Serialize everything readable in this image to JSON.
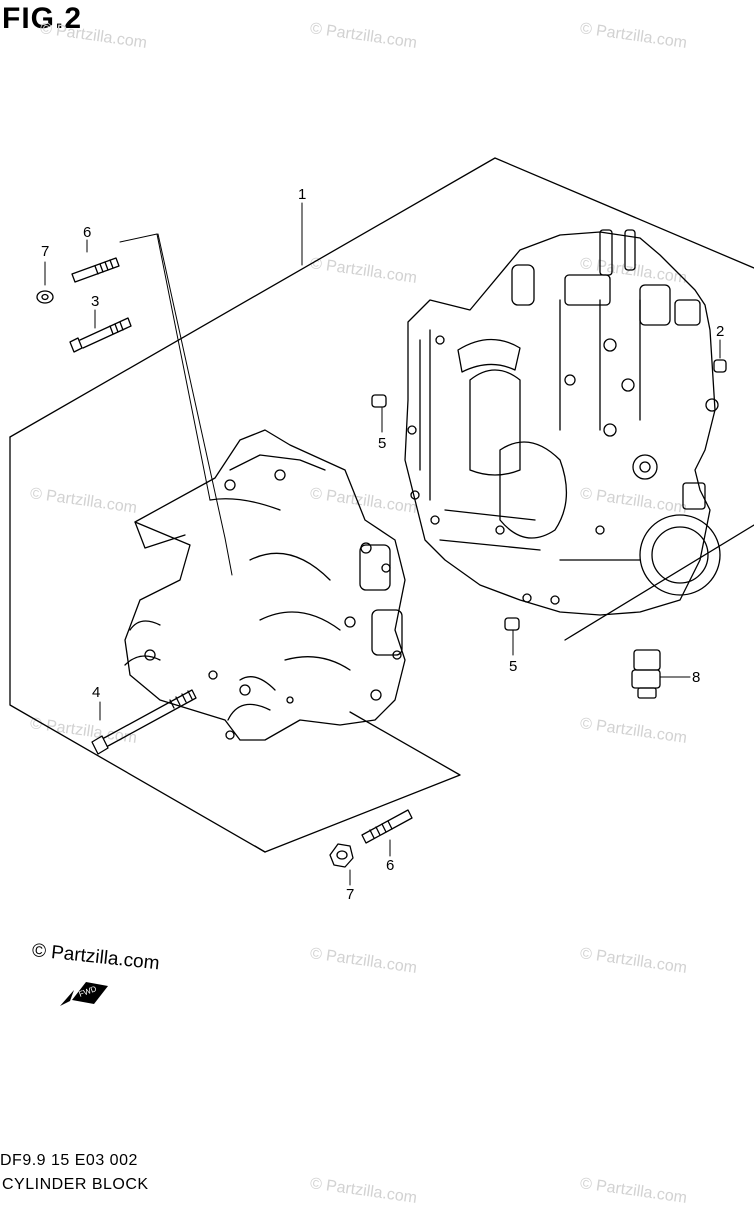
{
  "figure": {
    "title": "FIG.2"
  },
  "callouts": [
    {
      "id": "c1",
      "label": "1"
    },
    {
      "id": "c2",
      "label": "2"
    },
    {
      "id": "c3",
      "label": "3"
    },
    {
      "id": "c4",
      "label": "4"
    },
    {
      "id": "c5a",
      "label": "5"
    },
    {
      "id": "c5b",
      "label": "5"
    },
    {
      "id": "c6a",
      "label": "6"
    },
    {
      "id": "c6b",
      "label": "6"
    },
    {
      "id": "c7a",
      "label": "7"
    },
    {
      "id": "c7b",
      "label": "7"
    },
    {
      "id": "c8",
      "label": "8"
    }
  ],
  "watermark": {
    "text": "© Partzilla.com",
    "color": "#d2d2d2"
  },
  "copyright": "© Partzilla.com",
  "footer": {
    "code": "DF9.9 15 E03  002",
    "name": "CYLINDER BLOCK"
  },
  "fwd_marker": "FWD"
}
